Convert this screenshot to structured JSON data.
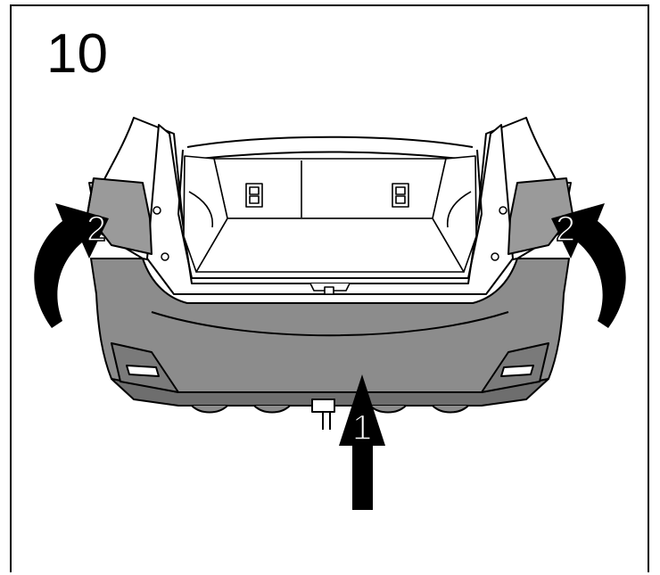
{
  "step": {
    "number": "10"
  },
  "callouts": {
    "push_label": "1",
    "pull_left_label": "2",
    "pull_right_label": "2"
  },
  "colors": {
    "bumper": "#8c8c8c",
    "bumper_dark": "#6e6e6e",
    "arrow": "#000000",
    "line": "#000000",
    "cargo_fill": "#ffffff"
  }
}
